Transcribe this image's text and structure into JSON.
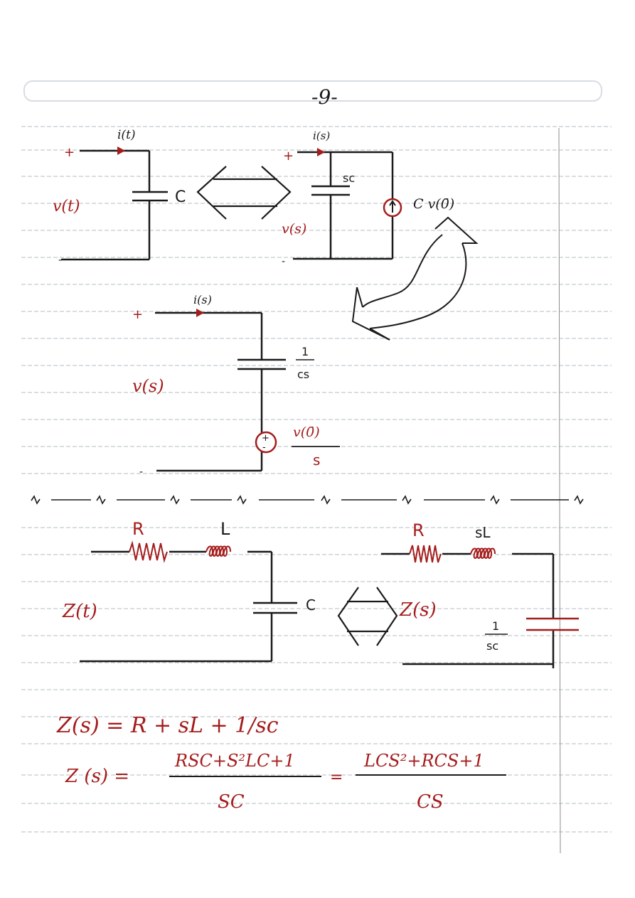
{
  "page": {
    "number": "-9-"
  },
  "colors": {
    "ink_black": "#1a1a1a",
    "ink_red": "#a51c1c",
    "ruling": "#9aa7b4",
    "margin_line": "#8d8d8d"
  },
  "circuit1": {
    "current": "i(t)",
    "plus": "+",
    "minus": "-",
    "voltage": "v(t)",
    "cap": "C"
  },
  "circuit2": {
    "current": "i(s)",
    "plus": "+",
    "minus": "-",
    "voltage": "v(s)",
    "cap": "sc",
    "source": "C v(0̄)"
  },
  "circuit3": {
    "current": "i(s)",
    "plus": "+",
    "minus": "-",
    "voltage": "v(s)",
    "cap_num": "1",
    "cap_den": "cs",
    "source_num": "v(0̄)",
    "source_den": "s"
  },
  "impedance_t": {
    "R": "R",
    "L": "L",
    "C": "C",
    "Z": "Z(t)"
  },
  "impedance_s": {
    "R": "R",
    "L": "sL",
    "Z": "Z(s)",
    "C_num": "1",
    "C_den": "sc"
  },
  "equations": {
    "eq1": "Z(s) = R + sL + 1/sc",
    "eq2_lhs": "Z (s) =",
    "eq2_num1": "RSC+S²LC+1",
    "eq2_den1": "SC",
    "eq2_eq": "=",
    "eq2_num2": "LCS²+RCS+1",
    "eq2_den2": "CS"
  }
}
